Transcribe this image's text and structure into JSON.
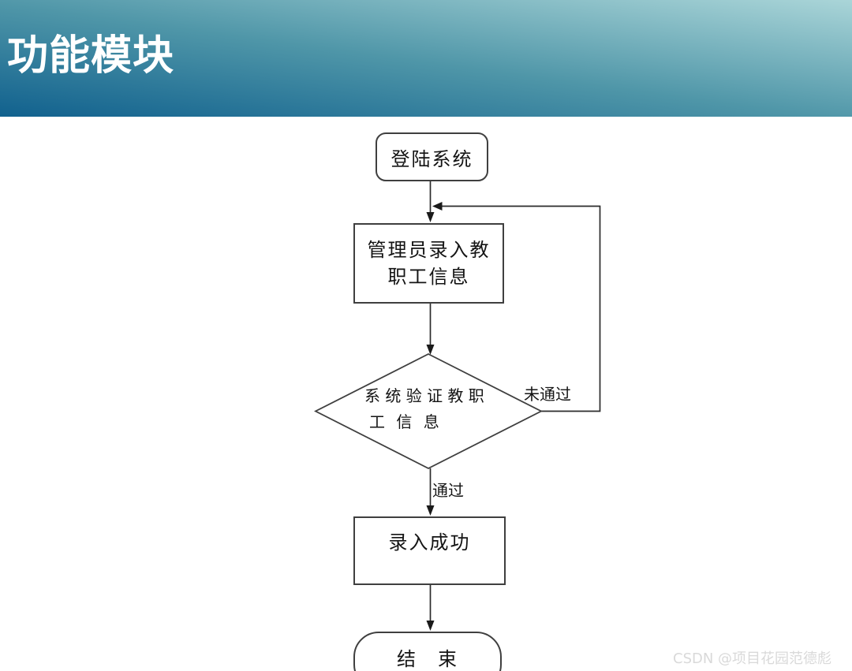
{
  "header": {
    "title": "功能模块",
    "colors": {
      "gradient_top_right": "#aad5d8",
      "gradient_mid": "#4f96a8",
      "gradient_bottom_left": "#11618e",
      "title_color": "#ffffff"
    }
  },
  "flowchart": {
    "line_color": "#2b2b2b",
    "shape_border_color": "#3f3f3f",
    "nodes": {
      "start": {
        "type": "terminator",
        "label": "登陆系统"
      },
      "input": {
        "type": "process",
        "line1": "管理员录入教",
        "line2": "职工信息"
      },
      "verify": {
        "type": "decision",
        "line1": "系 统 验 证 教 职",
        "line2": "工 信 息"
      },
      "success": {
        "type": "process",
        "label": "录入成功"
      },
      "end": {
        "type": "terminator",
        "label": "结　束"
      }
    },
    "edge_labels": {
      "fail": "未通过",
      "pass": "通过"
    }
  },
  "watermark": {
    "text": "CSDN @项目花园范德彪",
    "color": "#d9d9d9"
  }
}
